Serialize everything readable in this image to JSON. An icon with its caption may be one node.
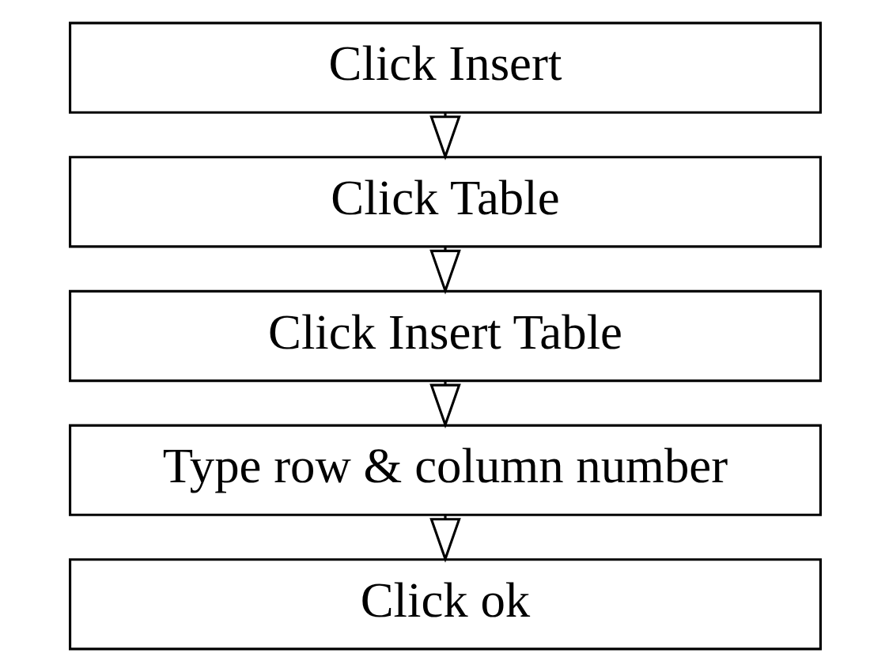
{
  "diagram": {
    "nodes": [
      {
        "text": [
          "Click Insert"
        ]
      },
      {
        "text": [
          "Click Table"
        ]
      },
      {
        "text": [
          "Click Insert Table"
        ]
      },
      {
        "text": [
          "Type row & column number"
        ]
      },
      {
        "text": [
          "Click ok"
        ]
      }
    ],
    "edges": [
      {
        "from": 0,
        "to": 1,
        "arrow": "to"
      },
      {
        "from": 1,
        "to": 2,
        "arrow": "to"
      },
      {
        "from": 2,
        "to": 3,
        "arrow": "to"
      },
      {
        "from": 3,
        "to": 4,
        "arrow": "to"
      }
    ]
  }
}
